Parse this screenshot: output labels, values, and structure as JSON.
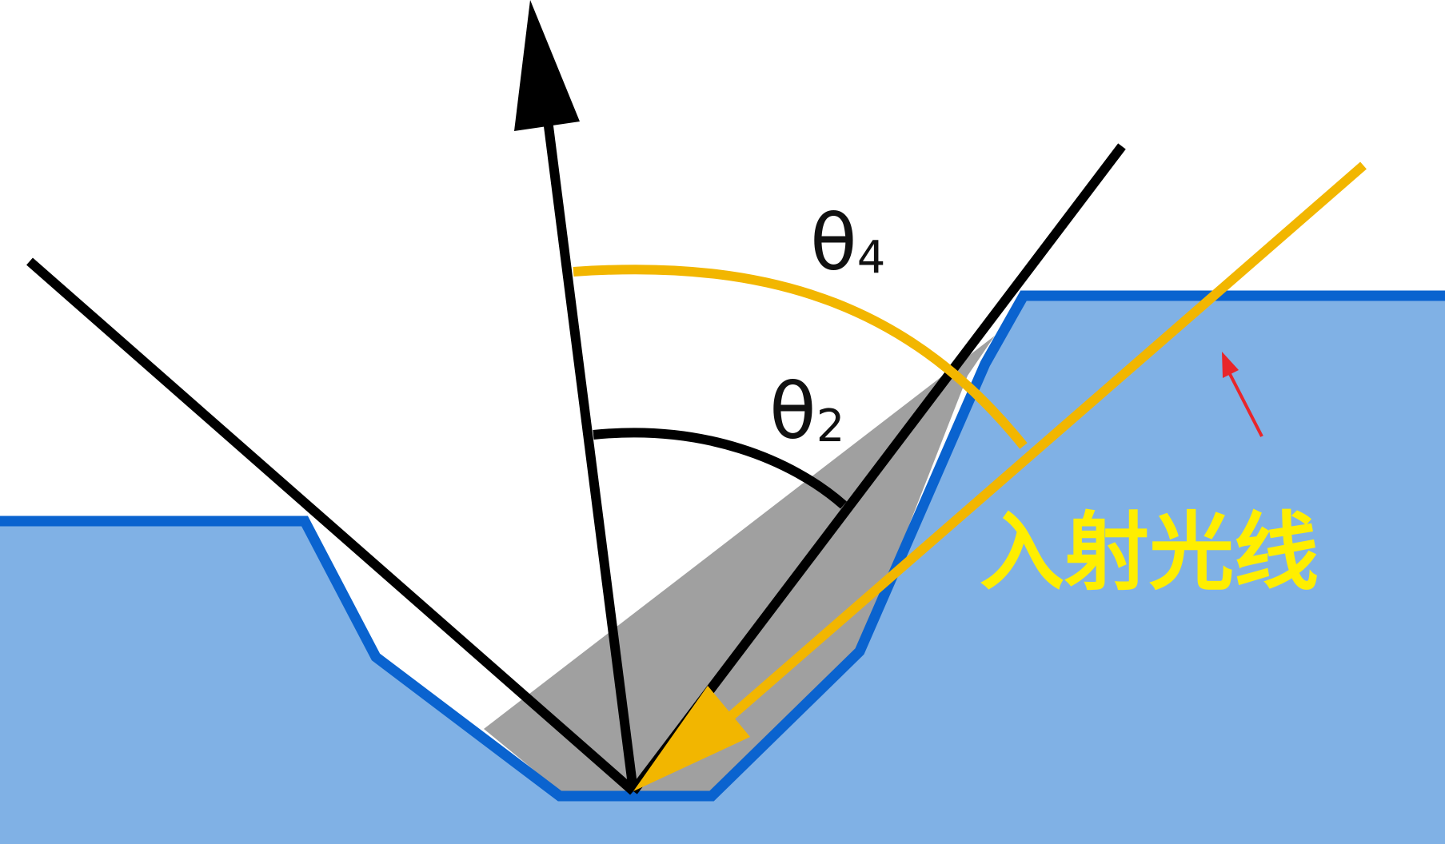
{
  "labels": {
    "theta4": {
      "symbol": "θ",
      "subscript": "4"
    },
    "theta2": {
      "symbol": "θ",
      "subscript": "2"
    },
    "incident_ray": "入射光线"
  },
  "colors": {
    "background": "#ffffff",
    "surface_fill": "#80b1e5",
    "surface_edge": "#0a63cf",
    "shadow": "#a0a0a0",
    "line": "#000000",
    "incident_ray": "#f2b600",
    "label_text": "#ffee00",
    "pointer_arrow": "#e8262a"
  },
  "icons": {
    "pointer": "red-pointer-arrow-icon",
    "up_arrowhead": "black-arrowhead-icon",
    "incident_arrowhead": "yellow-arrowhead-icon"
  }
}
